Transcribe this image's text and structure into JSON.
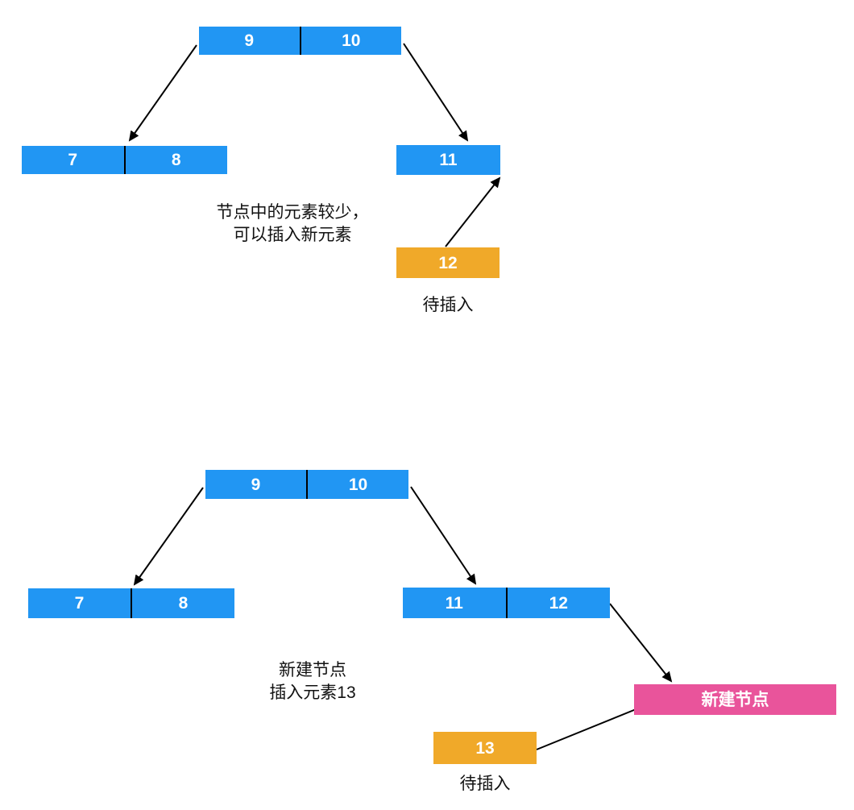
{
  "colors": {
    "node_blue": "#2196F3",
    "pending_orange": "#F0A929",
    "new_node_pink": "#E9549B",
    "arrow_black": "#000000"
  },
  "diagram1": {
    "root": {
      "keys": [
        "9",
        "10"
      ]
    },
    "left_child": {
      "keys": [
        "7",
        "8"
      ]
    },
    "right_child": {
      "keys": [
        "11"
      ]
    },
    "pending": {
      "keys": [
        "12"
      ],
      "label": "待插入"
    },
    "note": {
      "line1": "节点中的元素较少，",
      "line2": "可以插入新元素"
    }
  },
  "diagram2": {
    "root": {
      "keys": [
        "9",
        "10"
      ]
    },
    "left_child": {
      "keys": [
        "7",
        "8"
      ]
    },
    "right_child": {
      "keys": [
        "11",
        "12"
      ]
    },
    "new_node": {
      "label": "新建节点"
    },
    "pending": {
      "keys": [
        "13"
      ],
      "label": "待插入"
    },
    "note": {
      "line1": "新建节点",
      "line2": "插入元素13"
    }
  }
}
